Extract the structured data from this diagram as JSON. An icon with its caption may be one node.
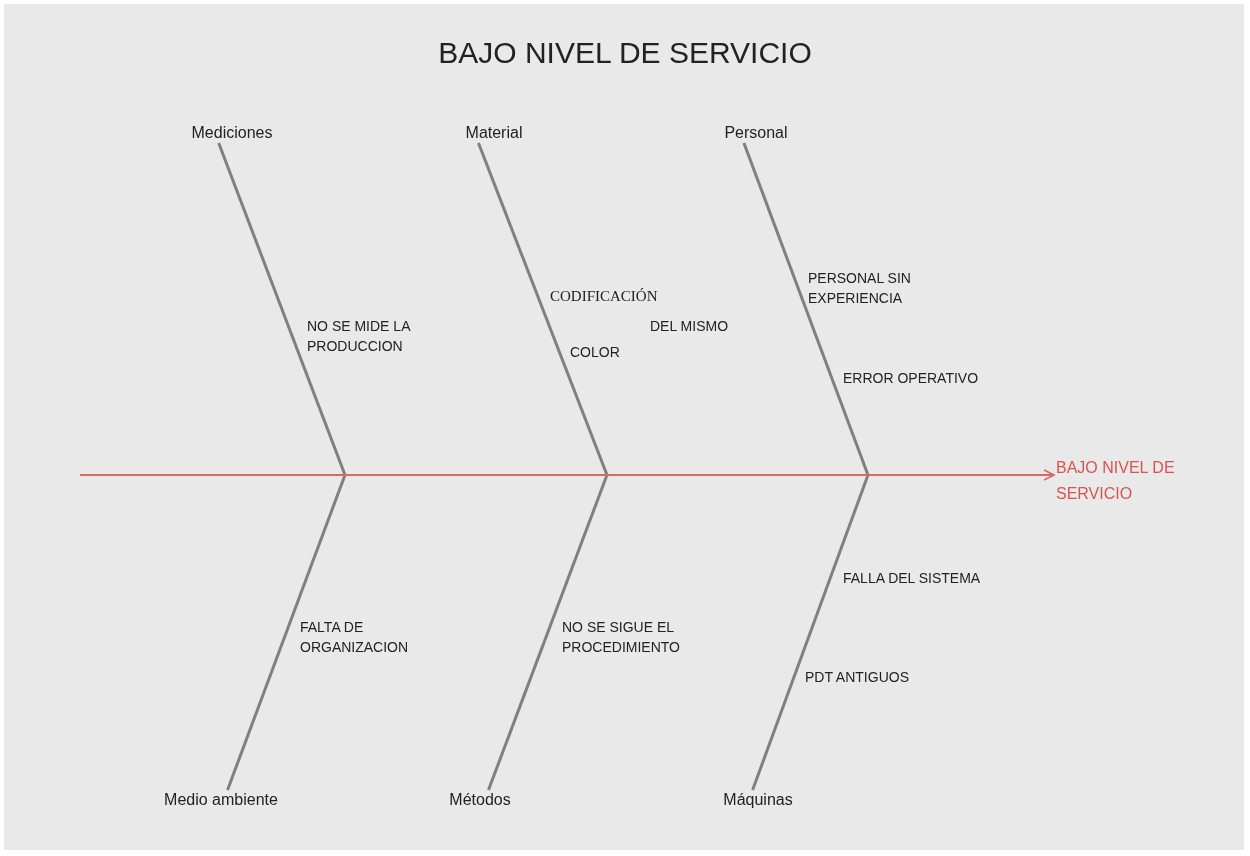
{
  "diagram": {
    "title": "BAJO NIVEL DE SERVICIO",
    "nodes": [
      {
        "text": [
          "Mediciones"
        ]
      },
      {
        "text": [
          "Material"
        ]
      },
      {
        "text": [
          "Personal"
        ]
      },
      {
        "text": [
          "Medio ambiente"
        ]
      },
      {
        "text": [
          "Métodos"
        ]
      },
      {
        "text": [
          "Máquinas"
        ]
      },
      {
        "text": [
          "BAJO NIVEL DE SERVICIO"
        ]
      }
    ],
    "edges": [
      {
        "from": 0,
        "to": null,
        "arrow": "none"
      },
      {
        "from": 1,
        "to": null,
        "arrow": "none"
      },
      {
        "from": 2,
        "to": null,
        "arrow": "none"
      },
      {
        "from": 3,
        "to": null,
        "arrow": "none"
      },
      {
        "from": 4,
        "to": null,
        "arrow": "none"
      },
      {
        "from": 5,
        "to": null,
        "arrow": "none"
      },
      {
        "from": null,
        "to": 6,
        "arrow": "to",
        "color": "#e06666"
      }
    ],
    "labels": [
      "PERSONAL SIN EXPERIENCIA",
      "CODIFICACIÓN",
      "NO SE MIDE LA PRODUCCION",
      "DEL MISMO",
      "COLOR",
      "ERROR OPERATIVO",
      "FALLA DEL SISTEMA",
      "FALTA DE ORGANIZACION",
      "NO SE SIGUE EL PROCEDIMIENTO",
      "PDT ANTIGUOS"
    ]
  }
}
